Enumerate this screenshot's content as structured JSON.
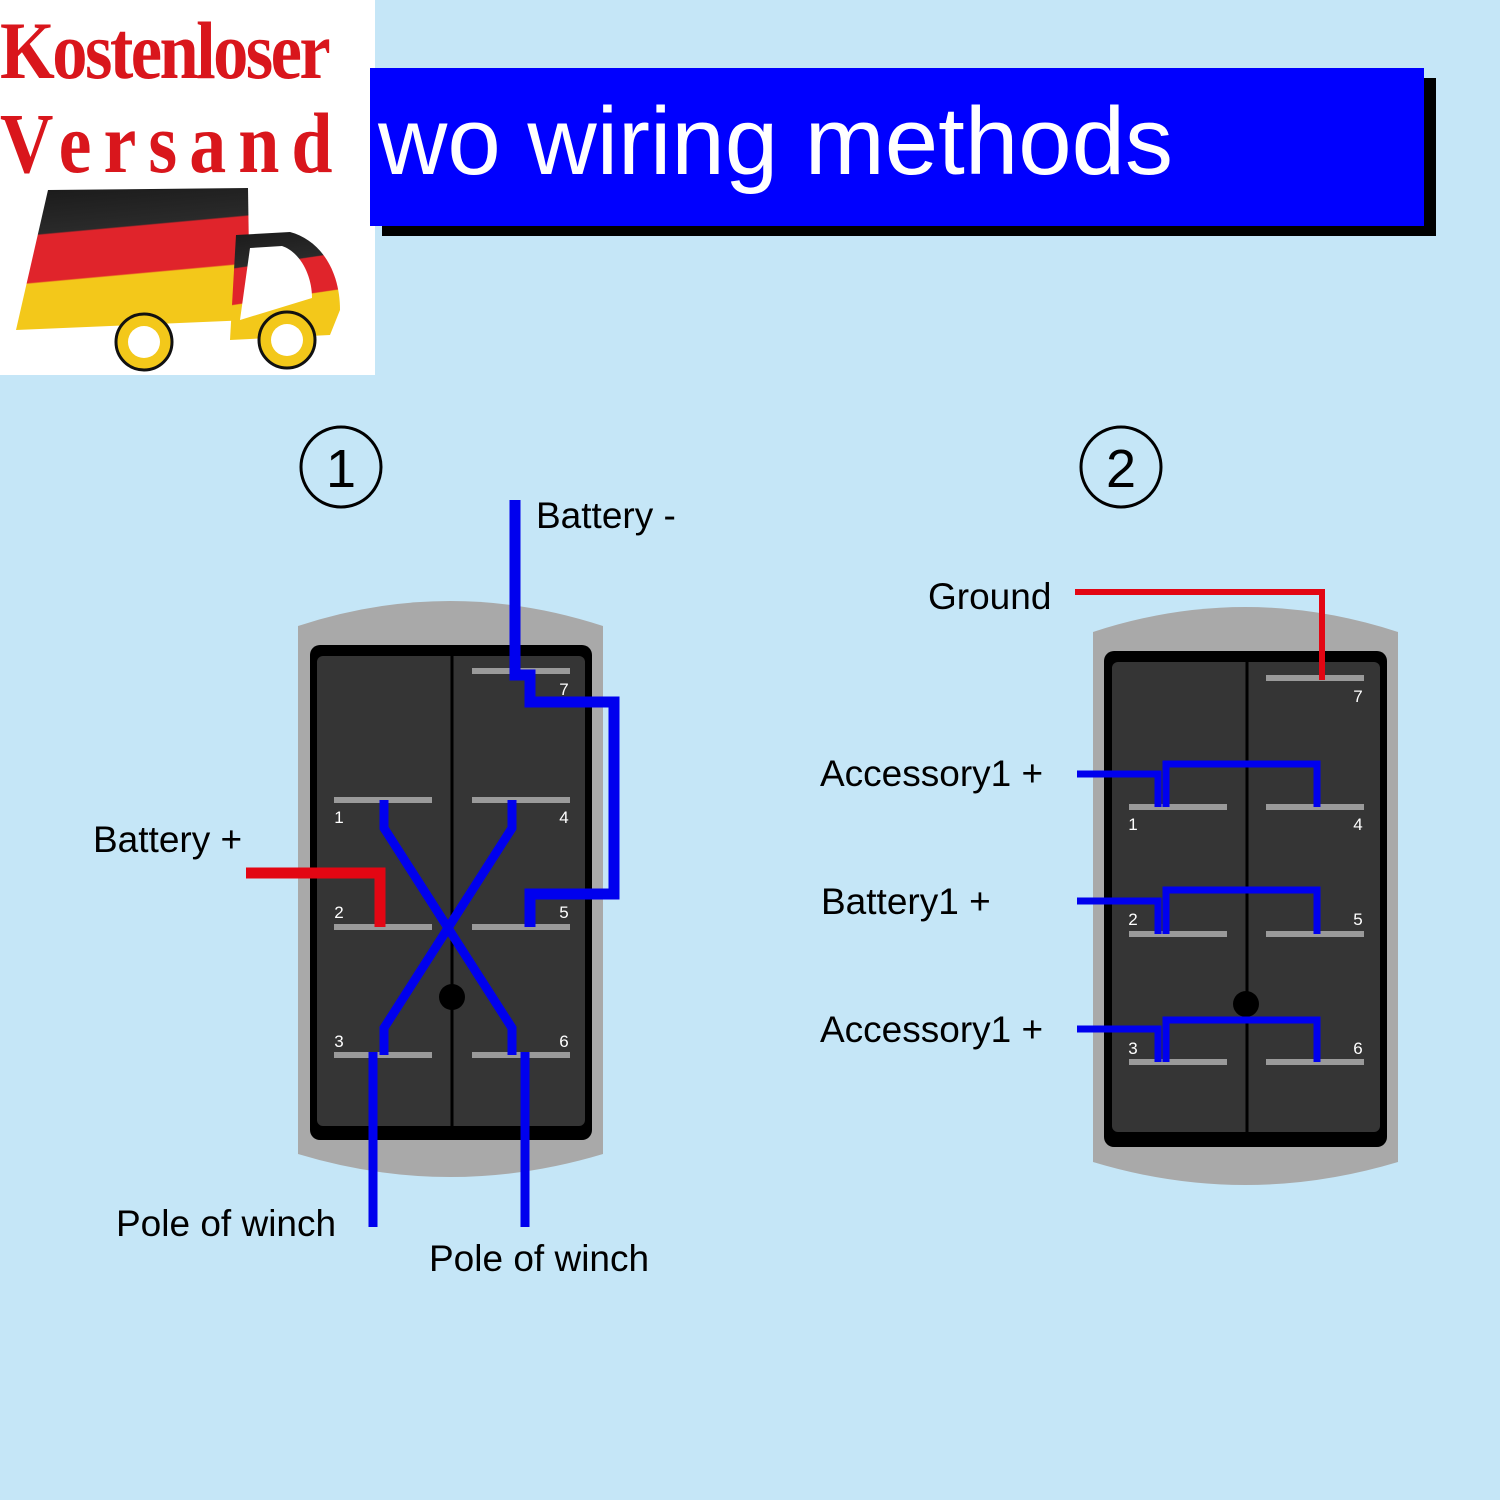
{
  "title": "wo wiring methods",
  "badge": {
    "line1": "Kostenloser",
    "line2": "Versand",
    "icon": "germany-flag-truck-icon"
  },
  "diagram1": {
    "number": "1",
    "labels": {
      "battery_minus": "Battery -",
      "battery_plus": "Battery +",
      "pole_left": "Pole of winch",
      "pole_right": "Pole of winch"
    },
    "pins": [
      "1",
      "2",
      "3",
      "4",
      "5",
      "6",
      "7"
    ]
  },
  "diagram2": {
    "number": "2",
    "labels": {
      "ground": "Ground",
      "accessory_top": "Accessory1 +",
      "battery": "Battery1 +",
      "accessory_bottom": "Accessory1 +"
    },
    "pins": [
      "1",
      "2",
      "3",
      "4",
      "5",
      "6",
      "7"
    ]
  },
  "colors": {
    "background": "#c5e6f7",
    "banner": "#0000ff",
    "wire_positive": "#e30613",
    "wire_negative": "#0000ee",
    "switch_body": "#353535",
    "switch_bezel": "#a9a9a9",
    "badge_text": "#d9161c"
  }
}
